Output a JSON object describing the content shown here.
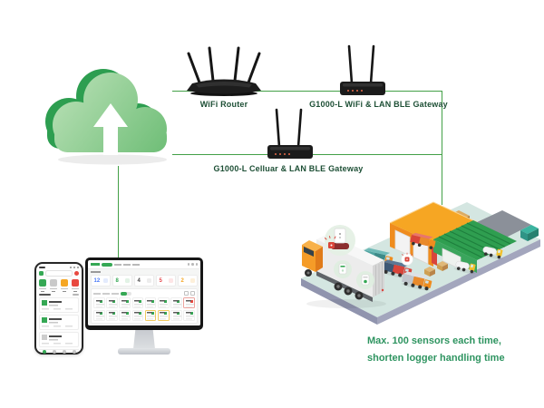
{
  "diagram": {
    "wifi_router_label": "WiFi Router",
    "gateway_wifi_label": "G1000-L WiFi & LAN BLE Gateway",
    "gateway_cellular_label": "G1000-L Celluar & LAN BLE Gateway",
    "caption_line1": "Max. 100 sensors each time,",
    "caption_line2": "shorten logger handling time"
  },
  "colors": {
    "connector_green": "#43a047",
    "device_label_green": "#1d4f35",
    "caption_green": "#2e9460",
    "brand_green": "#35a854",
    "alert_red": "#e8483f",
    "warn_orange": "#f5a623",
    "info_blue": "#4a7bf7"
  },
  "phone": {
    "tile_colors": [
      "#35a854",
      "#c9c9c9",
      "#f5a623",
      "#e8483f"
    ]
  },
  "dashboard": {
    "stats": [
      {
        "value": "12",
        "color": "#4a7bf7"
      },
      {
        "value": "8",
        "color": "#35a854"
      },
      {
        "value": "4",
        "color": "#4a4a4a"
      },
      {
        "value": "5",
        "color": "#e5484d"
      },
      {
        "value": "2",
        "color": "#f5a623"
      }
    ],
    "sensor_grid": {
      "rows": 2,
      "cols": 8,
      "alert_cells": [
        8
      ],
      "warn_cells": [
        13,
        14
      ]
    }
  }
}
